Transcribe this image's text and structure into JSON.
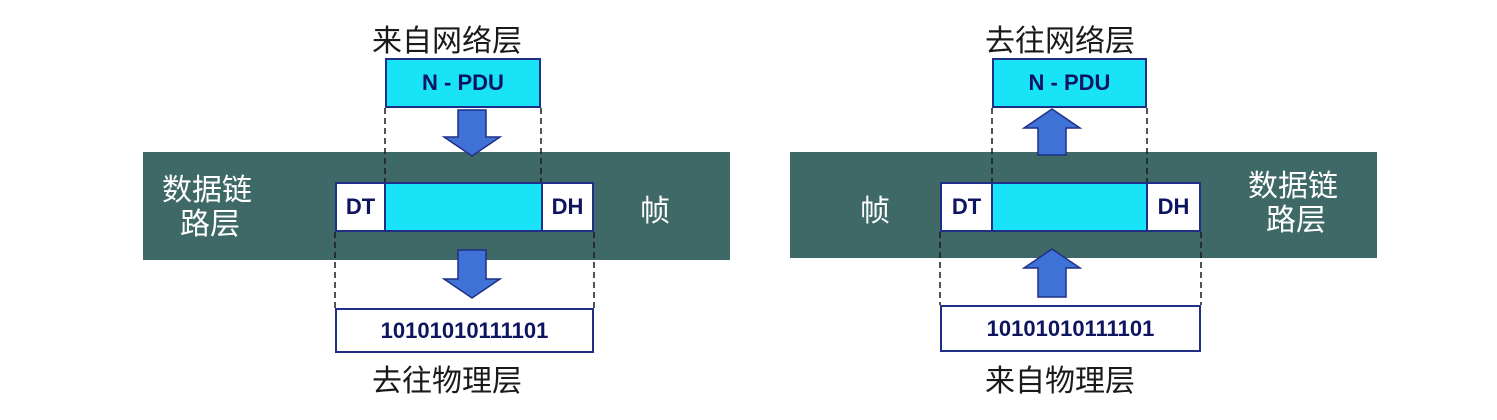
{
  "left": {
    "top_label": "来自网络层",
    "pdu": "N - PDU",
    "band_label_line1": "数据链",
    "band_label_line2": "路层",
    "dt": "DT",
    "dh": "DH",
    "frame_label": "帧",
    "bits": "10101010111101",
    "bottom_label": "去往物理层",
    "arrow_direction": "down"
  },
  "right": {
    "top_label": "去往网络层",
    "pdu": "N - PDU",
    "band_label_line1": "数据链",
    "band_label_line2": "路层",
    "dt": "DT",
    "dh": "DH",
    "frame_label": "帧",
    "bits": "10101010111101",
    "bottom_label": "来自物理层",
    "arrow_direction": "up"
  },
  "colors": {
    "band": "#3e6966",
    "cyan": "#19e3f7",
    "arrow": "#3f72d6",
    "border": "#1f2f85"
  }
}
